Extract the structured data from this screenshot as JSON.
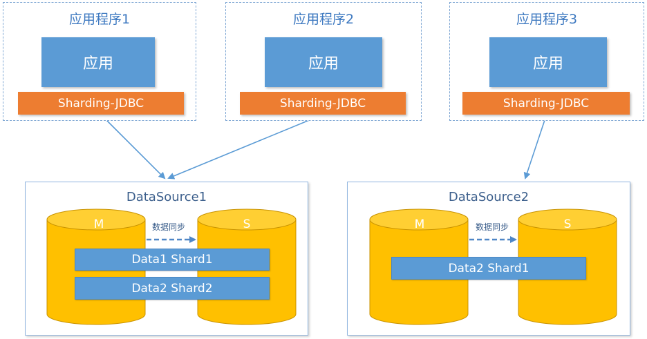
{
  "apps": [
    {
      "title": "应用程序1",
      "inner": "应用",
      "middleware": "Sharding-JDBC"
    },
    {
      "title": "应用程序2",
      "inner": "应用",
      "middleware": "Sharding-JDBC"
    },
    {
      "title": "应用程序3",
      "inner": "应用",
      "middleware": "Sharding-JDBC"
    }
  ],
  "datasources": [
    {
      "title": "DataSource1",
      "master": "M",
      "slave": "S",
      "sync": "数据同步",
      "shards": [
        "Data1 Shard1",
        "Data2 Shard2"
      ]
    },
    {
      "title": "DataSource2",
      "master": "M",
      "slave": "S",
      "sync": "数据同步",
      "shards": [
        "Data2 Shard1"
      ]
    }
  ],
  "colors": {
    "app_dashed_border": "#7fa7d4",
    "app_blue": "#5b9bd5",
    "jdbc_orange": "#ed7d31",
    "cylinder_yellow": "#ffc000",
    "cylinder_stroke": "#c89200",
    "arrow": "#5b9bd5"
  }
}
